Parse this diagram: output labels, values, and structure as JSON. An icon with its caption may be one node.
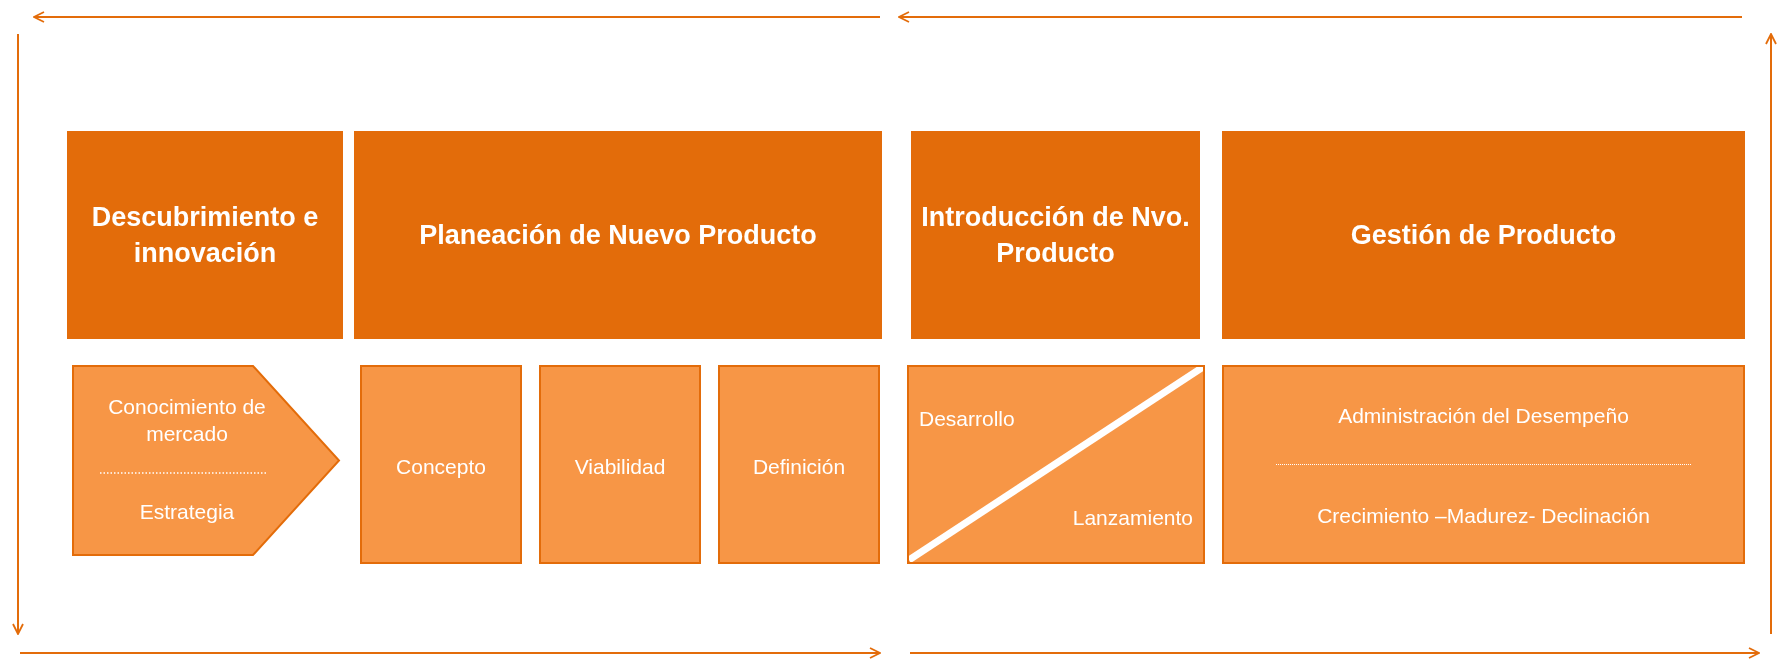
{
  "diagram": {
    "nodes": [
      {
        "text": [
          "Descubrimiento e innovación"
        ]
      },
      {
        "text": [
          "Planeación de Nuevo Producto"
        ]
      },
      {
        "text": [
          "Introducción de Nvo. Producto"
        ]
      },
      {
        "text": [
          "Gestión de Producto"
        ]
      },
      {
        "text": [
          "Conocimiento de mercado",
          "Estrategia"
        ]
      },
      {
        "text": [
          "Concepto"
        ]
      },
      {
        "text": [
          "Viabilidad"
        ]
      },
      {
        "text": [
          "Definición"
        ]
      },
      {
        "text": [
          "Desarrollo",
          "Lanzamiento"
        ]
      },
      {
        "text": [
          "Administración del Desempeño",
          "Crecimiento –Madurez- Declinación"
        ]
      }
    ]
  }
}
